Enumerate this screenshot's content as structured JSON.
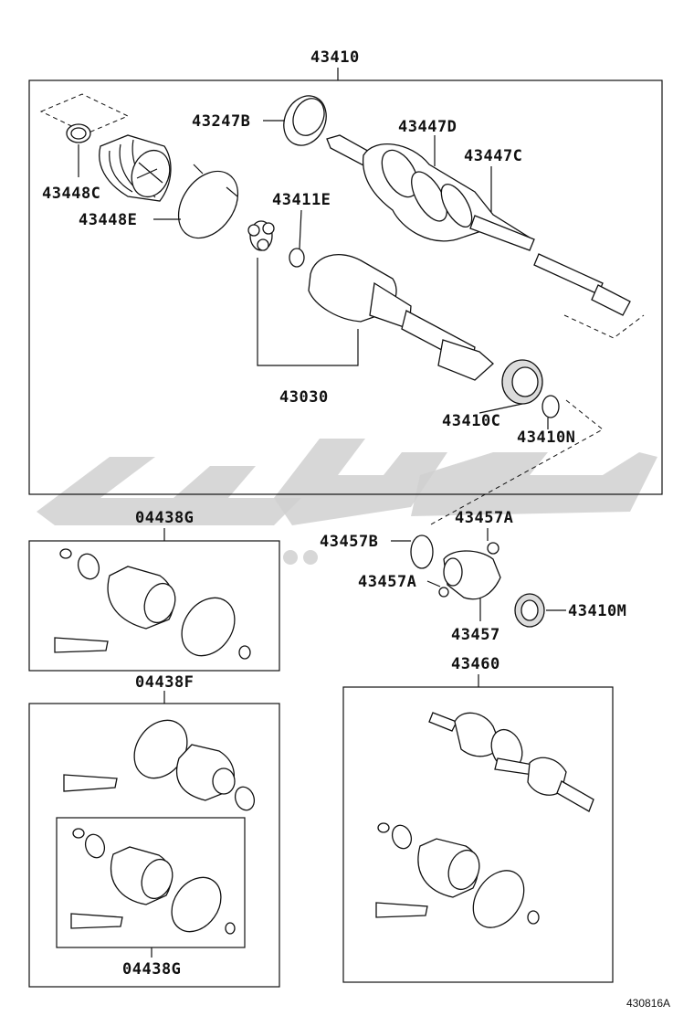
{
  "labels": {
    "assembly_main": "43410",
    "l43247B": "43247B",
    "l43447D": "43447D",
    "l43447C": "43447C",
    "l43448C": "43448C",
    "l43448E": "43448E",
    "l43411E": "43411E",
    "l43030": "43030",
    "l43410C": "43410C",
    "l43410N": "43410N",
    "l04438G_top": "04438G",
    "l43457B": "43457B",
    "l43457A_top": "43457A",
    "l43457A_mid": "43457A",
    "l43410M": "43410M",
    "l43457": "43457",
    "l04438F": "04438F",
    "l43460": "43460",
    "l04438G_bottom": "04438G",
    "figure_code": "430816A"
  }
}
